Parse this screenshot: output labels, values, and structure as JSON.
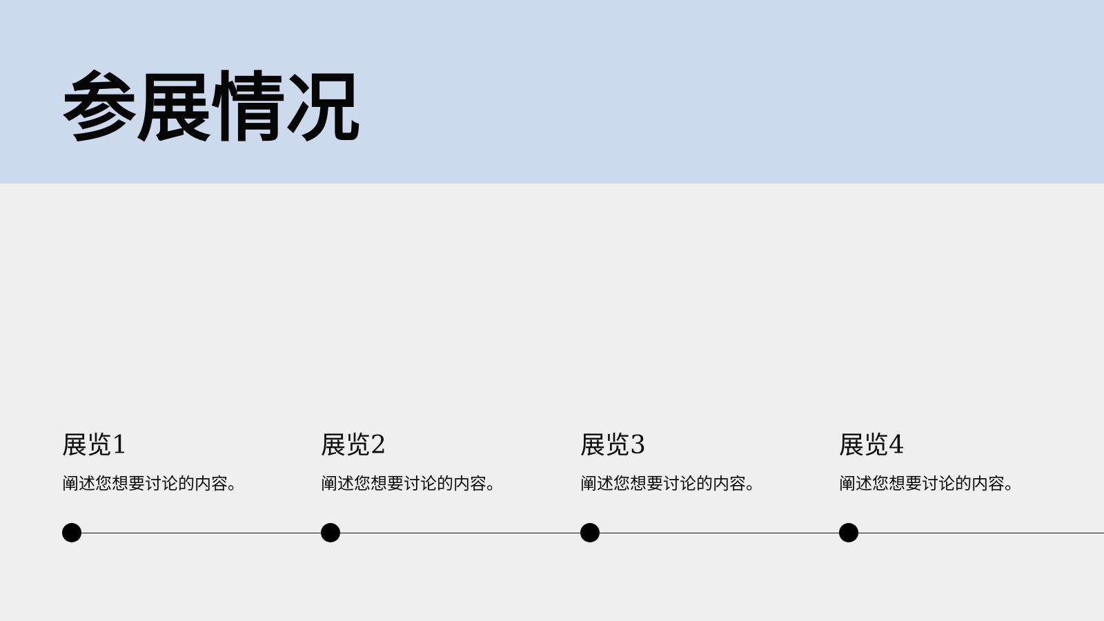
{
  "slide": {
    "title": "参展情况",
    "colors": {
      "header_band": "#cddaee",
      "background": "#efefef",
      "text": "#060606",
      "dot": "#000000",
      "line": "#111111"
    }
  },
  "timeline": {
    "items": [
      {
        "title": "展览1",
        "description": "阐述您想要讨论的内容。"
      },
      {
        "title": "展览2",
        "description": "阐述您想要讨论的内容。"
      },
      {
        "title": "展览3",
        "description": "阐述您想要讨论的内容。"
      },
      {
        "title": "展览4",
        "description": "阐述您想要讨论的内容。"
      }
    ]
  }
}
